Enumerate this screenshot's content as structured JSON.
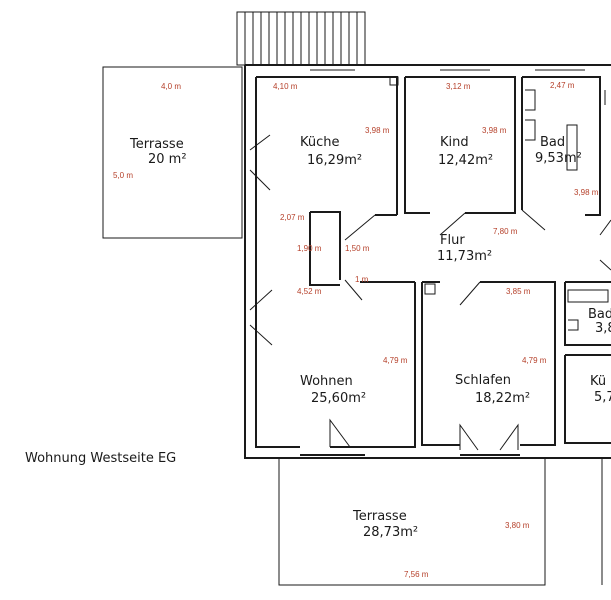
{
  "title": "Wohnung Westseite EG",
  "colors": {
    "dimension": "#b5402a",
    "lines": "#1a1a1a"
  },
  "rooms": {
    "terrasse_west": {
      "name": "Terrasse",
      "area": "20 m²"
    },
    "kueche": {
      "name": "Küche",
      "area": "16,29m²"
    },
    "kind": {
      "name": "Kind",
      "area": "12,42m²"
    },
    "bad": {
      "name": "Bad",
      "area": "9,53m²"
    },
    "flur": {
      "name": "Flur",
      "area": "11,73m²"
    },
    "wohnen": {
      "name": "Wohnen",
      "area": "25,60m²"
    },
    "schlafen": {
      "name": "Schlafen",
      "area": "18,22m²"
    },
    "terrasse_sued": {
      "name": "Terrasse",
      "area": "28,73m²"
    },
    "bad_east": {
      "name": "Bad",
      "area": "3,8"
    },
    "kueche_east": {
      "name": "Kü",
      "area": "5,7"
    }
  },
  "dimensions": [
    "4,0 m",
    "5,0 m",
    "4,10 m",
    "3,98 m",
    "3,12 m",
    "3,98 m",
    "2,47 m",
    "3,98 m",
    "2,07 m",
    "1,90 m",
    "1,50 m",
    "7,80 m",
    "1 m",
    "4,52 m",
    "3,85 m",
    "4,79 m",
    "4,79 m",
    "3,80 m",
    "7,56 m"
  ]
}
